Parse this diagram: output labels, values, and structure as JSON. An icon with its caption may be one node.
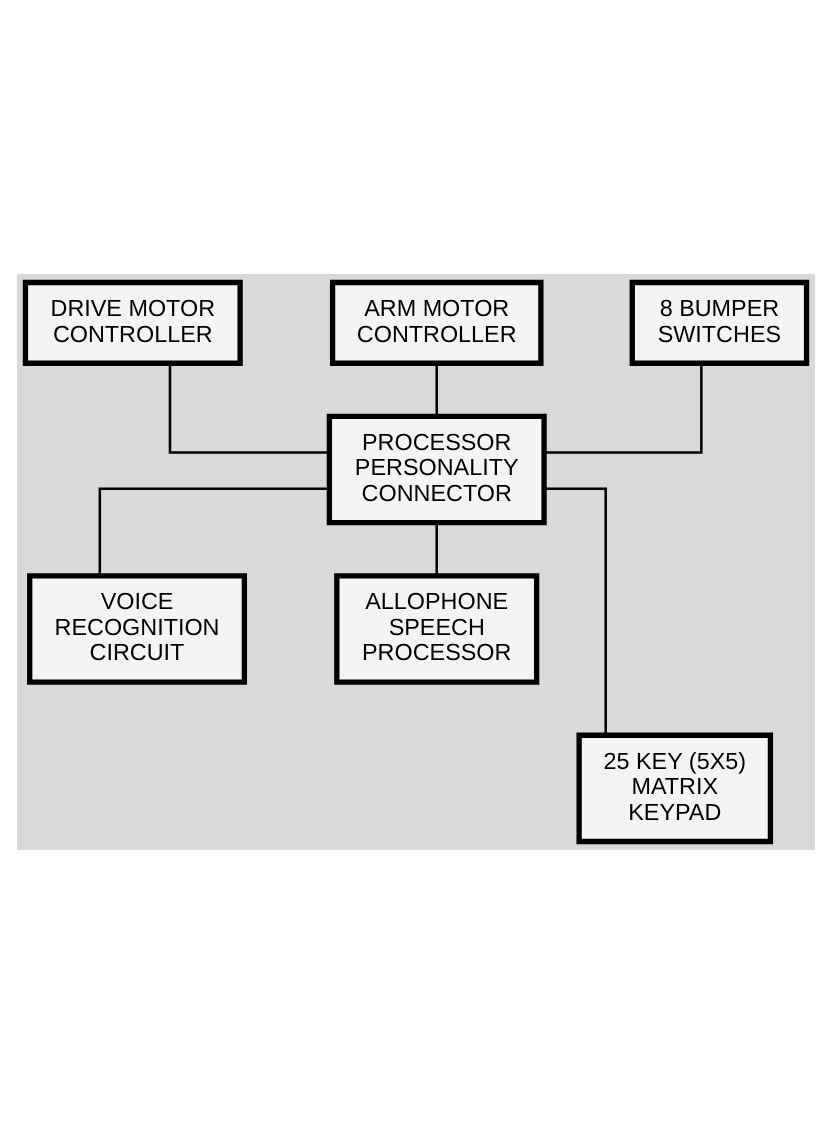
{
  "diagram": {
    "nodes": [
      {
        "text": [
          "DRIVE MOTOR CONTROLLER"
        ]
      },
      {
        "text": [
          "ARM MOTOR CONTROLLER"
        ]
      },
      {
        "text": [
          "8 BUMPER SWITCHES"
        ]
      },
      {
        "text": [
          "PROCESSOR PERSONALITY CONNECTOR"
        ]
      },
      {
        "text": [
          "VOICE RECOGNITION CIRCUIT"
        ]
      },
      {
        "text": [
          "ALLOPHONE SPEECH PROCESSOR"
        ]
      },
      {
        "text": [
          "25 KEY (5X5) MATRIX KEYPAD"
        ]
      }
    ],
    "edges": [
      {
        "from": 0,
        "to": 3,
        "arrow": "none"
      },
      {
        "from": 1,
        "to": 3,
        "arrow": "none"
      },
      {
        "from": 2,
        "to": 3,
        "arrow": "none"
      },
      {
        "from": 3,
        "to": 4,
        "arrow": "none"
      },
      {
        "from": 3,
        "to": 5,
        "arrow": "none"
      },
      {
        "from": 3,
        "to": 6,
        "arrow": "none"
      }
    ]
  }
}
